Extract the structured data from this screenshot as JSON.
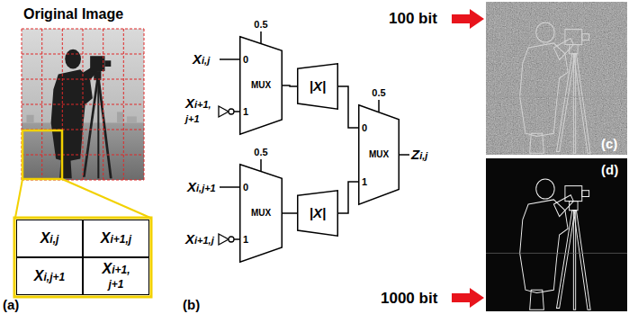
{
  "diagram": {
    "nodes": [
      {
        "text": [
          "Xi,j"
        ]
      },
      {
        "text": [
          "Xi+1,j"
        ]
      },
      {
        "text": [
          "Xi,j+1"
        ]
      },
      {
        "text": [
          "Xi+1, j+1"
        ]
      },
      {
        "text": [
          "0",
          "MUX",
          "1"
        ]
      },
      {
        "text": [
          "|X|"
        ]
      },
      {
        "text": [
          "0",
          "MUX",
          "1"
        ]
      },
      {
        "text": [
          "|X|"
        ]
      },
      {
        "text": [
          "0",
          "MUX",
          "1"
        ]
      }
    ],
    "edges": [
      {
        "from": 4,
        "to": 5,
        "arrow": "none"
      },
      {
        "from": 5,
        "to": 8,
        "arrow": "none"
      },
      {
        "from": 6,
        "to": 7,
        "arrow": "none"
      },
      {
        "from": 7,
        "to": 8,
        "arrow": "none"
      }
    ],
    "labels": [
      "Original Image",
      "(a)",
      "0.5",
      "Xi,j",
      "Xi+1, j+1",
      "0.5",
      "Xi,j+1",
      "Xi+1,j",
      "0.5",
      "Zi,j",
      "(b)",
      "100 bit",
      "(c)",
      "1000 bit",
      "(d)"
    ]
  }
}
